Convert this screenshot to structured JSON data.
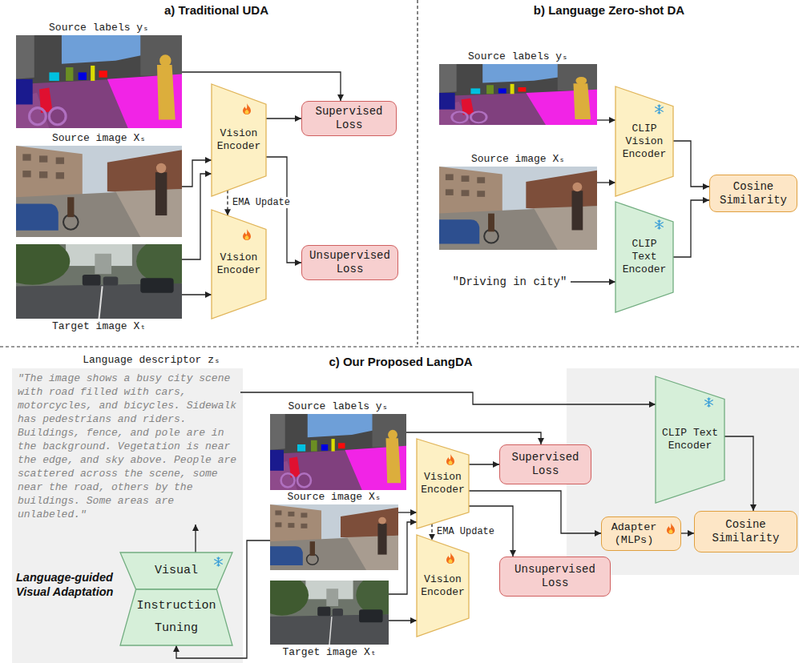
{
  "diagram": {
    "nodes": [
      {
        "text": [
          "Source labels yₛ"
        ]
      },
      {
        "text": [
          "Source image Xₛ"
        ]
      },
      {
        "text": [
          "Target image Xₜ"
        ]
      },
      {
        "text": [
          "Vision Encoder"
        ]
      },
      {
        "text": [
          "Vision Encoder"
        ]
      },
      {
        "text": [
          "Supervised Loss"
        ]
      },
      {
        "text": [
          "Unsupervised Loss"
        ]
      },
      {
        "text": [
          "Source labels yₛ"
        ]
      },
      {
        "text": [
          "Source image Xₛ"
        ]
      },
      {
        "text": [
          "\"Driving in city\""
        ]
      },
      {
        "text": [
          "CLIP Vision Encoder"
        ]
      },
      {
        "text": [
          "CLIP Text Encoder"
        ]
      },
      {
        "text": [
          "Cosine Similarity"
        ]
      },
      {
        "text": [
          "Language descriptor zₛ",
          "Language-guided Visual Adaptation"
        ]
      },
      {
        "text": [
          "\"The image shows a busy city scene with road filled with cars, motorcycles, and bicycles. Sidewalk has pedestrians and riders. Buildings, fence, and pole are in the background. Vegetation is near the edge, and sky above. People are scattered across the scene, some near the road, others by the buildings. Some areas are unlabeled.\""
        ],
        "in": 13
      },
      {
        "text": [
          "Visual"
        ],
        "in": 13
      },
      {
        "text": [
          "Instruction Tuning"
        ],
        "in": 13
      },
      {
        "text": [
          "Source labels yₛ"
        ]
      },
      {
        "text": [
          "Source image Xₛ"
        ]
      },
      {
        "text": [
          "Target image Xₜ"
        ]
      },
      {
        "text": [
          "Vision Encoder"
        ]
      },
      {
        "text": [
          "Vision Encoder"
        ]
      },
      {
        "text": [
          "Supervised Loss"
        ]
      },
      {
        "text": [
          "Unsupervised Loss"
        ]
      },
      {
        "text": [
          "CLIP Text Encoder"
        ]
      },
      {
        "text": [
          "Adapter (MLPs)"
        ]
      },
      {
        "text": [
          "Cosine Similarity"
        ]
      }
    ],
    "edges": [
      {
        "from": 0,
        "to": 5,
        "arrow": "to"
      },
      {
        "from": 1,
        "to": 3,
        "arrow": "to"
      },
      {
        "from": 2,
        "to": 3,
        "arrow": "to"
      },
      {
        "from": 2,
        "to": 4,
        "arrow": "to"
      },
      {
        "from": 3,
        "to": 5,
        "arrow": "to"
      },
      {
        "from": 3,
        "to": 6,
        "arrow": "to"
      },
      {
        "from": 3,
        "to": 4,
        "arrow": "to",
        "label": "EMA Update"
      },
      {
        "from": 7,
        "to": 10,
        "arrow": "to"
      },
      {
        "from": 8,
        "to": 10,
        "arrow": "to"
      },
      {
        "from": 9,
        "to": 11,
        "arrow": "to"
      },
      {
        "from": 10,
        "to": 12,
        "arrow": "to"
      },
      {
        "from": 11,
        "to": 12,
        "arrow": "to"
      },
      {
        "from": 14,
        "to": 24,
        "arrow": "to"
      },
      {
        "from": 15,
        "to": 14,
        "arrow": "to"
      },
      {
        "from": 18,
        "to": 16,
        "arrow": "to"
      },
      {
        "from": 17,
        "to": 22,
        "arrow": "to"
      },
      {
        "from": 18,
        "to": 20,
        "arrow": "to"
      },
      {
        "from": 19,
        "to": 20,
        "arrow": "to"
      },
      {
        "from": 19,
        "to": 21,
        "arrow": "to"
      },
      {
        "from": 20,
        "to": 22,
        "arrow": "to"
      },
      {
        "from": 20,
        "to": 23,
        "arrow": "to"
      },
      {
        "from": 20,
        "to": 25,
        "arrow": "to"
      },
      {
        "from": 20,
        "to": 21,
        "arrow": "to",
        "label": "EMA Update"
      },
      {
        "from": 24,
        "to": 26,
        "arrow": "to"
      },
      {
        "from": 25,
        "to": 26,
        "arrow": "to"
      }
    ],
    "labels": [
      "a) Traditional UDA",
      "b) Language Zero-shot DA",
      "c) Our Proposed LangDA"
    ]
  }
}
